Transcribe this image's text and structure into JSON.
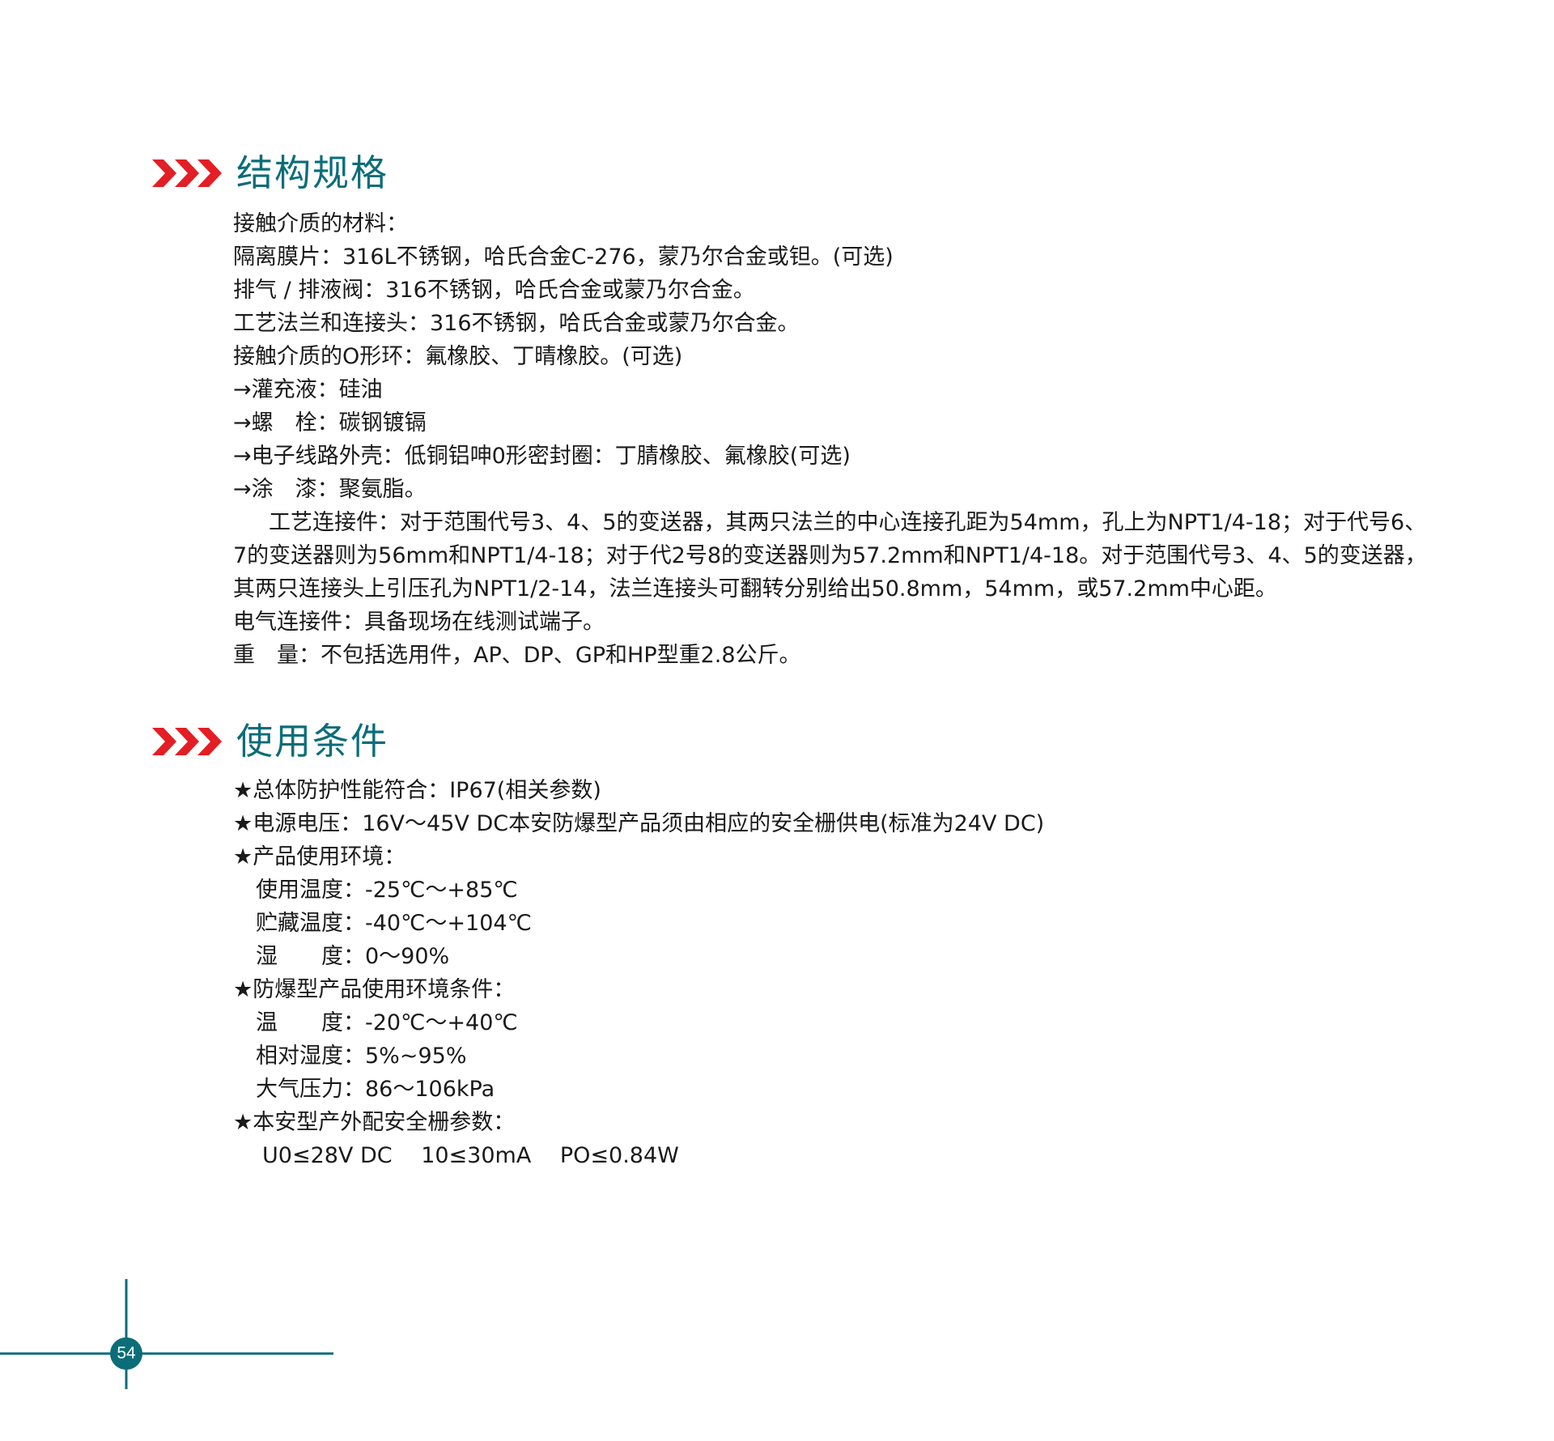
{
  "sections": [
    {
      "title": "结构规格",
      "lines_before_para": [
        "接触介质的材料：",
        "隔离膜片：316L不锈钢，哈氏合金C-276，蒙乃尔合金或钽。(可选)",
        "排气 / 排液阀：316不锈钢，哈氏合金或蒙乃尔合金。",
        "工艺法兰和连接头：316不锈钢，哈氏合金或蒙乃尔合金。",
        "接触介质的O形环：氟橡胶、丁晴橡胶。(可选)",
        "→灌充液：硅油",
        "→螺　栓：碳钢镀镉",
        "→电子线路外壳：低铜铝呻0形密封圈：丁腈橡胶、氟橡胶(可选)",
        "→涂　漆：聚氨脂。"
      ],
      "paragraph": "工艺连接件：对于范围代号3、4、5的变送器，其两只法兰的中心连接孔距为54mm，孔上为NPT1/4-18；对于代号6、7的变送器则为56mm和NPT1/4-18；对于代2号8的变送器则为57.2mm和NPT1/4-18。对于范围代号3、4、5的变送器，其两只连接头上引压孔为NPT1/2-14，法兰连接头可翻转分别给出50.8mm，54mm，或57.2mm中心距。",
      "lines_after_para": [
        "电气连接件：具备现场在线测试端子。",
        "重　量：不包括选用件，AP、DP、GP和HP型重2.8公斤。"
      ]
    },
    {
      "title": "使用条件",
      "lines": [
        "★总体防护性能符合：IP67(相关参数)",
        "★电源电压：16V～45V DC本安防爆型产品须由相应的安全栅供电(标准为24V DC)",
        "★产品使用环境：",
        "使用温度：-25℃～+85℃",
        "贮藏温度：-40℃～+104℃",
        "湿　　度：0～90%",
        "★防爆型产品使用环境条件：",
        "温　　度：-20℃～+40℃",
        "相对湿度：5%~95%",
        "大气压力：86～106kPa",
        "★本安型产外配安全栅参数：",
        "U0≤28V DC　 10≤30mA　 PO≤0.84W"
      ]
    }
  ],
  "page_number": "54",
  "colors": {
    "accent_red": "#e31e24",
    "title_teal": "#0b6d78",
    "text": "#1a1a1a"
  }
}
